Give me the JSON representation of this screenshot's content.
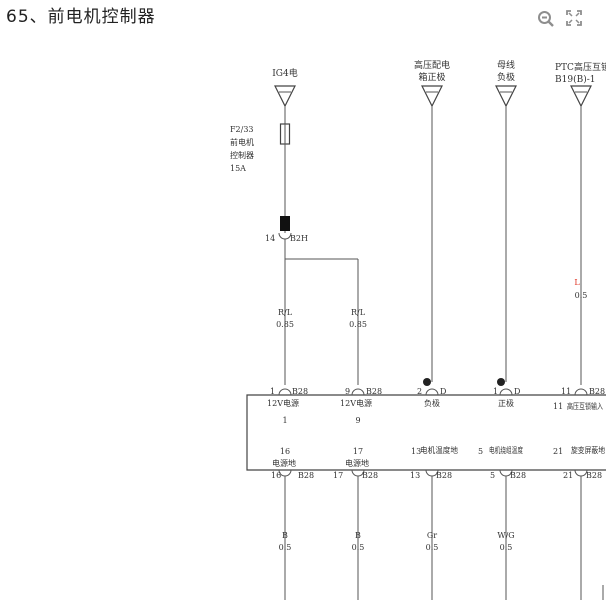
{
  "header": {
    "title": "65、前电机控制器",
    "zoom_out_icon": "zoom-out-icon",
    "fullscreen_icon": "fullscreen-icon"
  },
  "diagram": {
    "sources": {
      "ig4": "IG4电",
      "hv_pos": [
        "高压配电",
        "箱正极"
      ],
      "bus_neg": [
        "母线",
        "负极"
      ],
      "ptc": [
        "PTC高压互锁",
        "B19(B)-1"
      ]
    },
    "fuse": [
      "F2/33",
      "前电机",
      "控制器",
      "15A"
    ],
    "splice": {
      "pin": "14",
      "conn": "B2H"
    },
    "wires_top": [
      {
        "color": "R/L",
        "gauge": "0.85"
      },
      {
        "color": "R/L",
        "gauge": "0.85"
      },
      {
        "color": "L",
        "gauge": "0.5"
      }
    ],
    "module_top_pins": [
      {
        "pin": "1",
        "conn": "B28",
        "label": "12V电源",
        "num": "1"
      },
      {
        "pin": "9",
        "conn": "B28",
        "label": "12V电源",
        "num": "9"
      },
      {
        "pin": "2",
        "conn": "D",
        "label": "负极",
        "num": ""
      },
      {
        "pin": "1",
        "conn": "D",
        "label": "正极",
        "num": ""
      },
      {
        "pin": "11",
        "conn": "B28",
        "label": "高压互锁输入",
        "num": "11"
      }
    ],
    "module_bottom_pins": [
      {
        "num": "16",
        "label": "电源地",
        "pin": "16",
        "conn": "B28"
      },
      {
        "num": "17",
        "label": "电源地",
        "pin": "17",
        "conn": "B28"
      },
      {
        "num": "13",
        "label": "电机温度地",
        "pin": "13",
        "conn": "B28"
      },
      {
        "num": "5",
        "label": "电机绕组温度",
        "pin": "5",
        "conn": "B28"
      },
      {
        "num": "21",
        "label": "旋变屏蔽地",
        "pin": "21",
        "conn": "B28"
      }
    ],
    "wires_bottom": [
      {
        "color": "B",
        "gauge": "0.5"
      },
      {
        "color": "B",
        "gauge": "0.5"
      },
      {
        "color": "Gr",
        "gauge": "0.5"
      },
      {
        "color": "W/G",
        "gauge": "0.5"
      }
    ],
    "colors": {
      "line": "#555555",
      "text": "#333333",
      "highlight": "#e03020",
      "icon": "#8e8e8e"
    }
  }
}
